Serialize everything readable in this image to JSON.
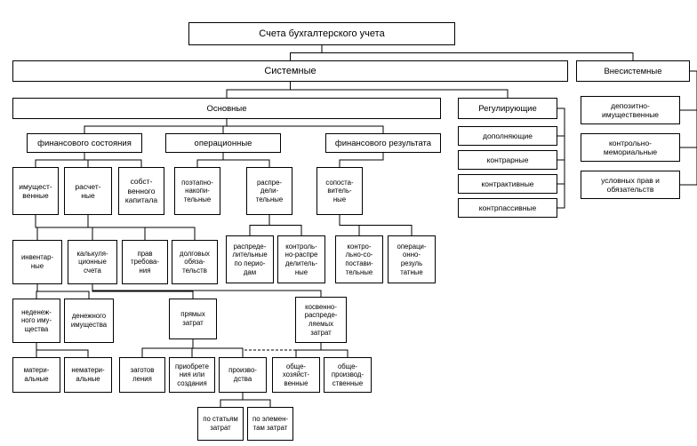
{
  "nodes": {
    "root": "Счета бухгалтерского учета",
    "systemic": "Системные",
    "offsystem": "Внесистемные",
    "main": "Основные",
    "regulating": "Регулирующие",
    "financial_state": "финансового состояния",
    "operational": "операционные",
    "financial_result": "финансового результата",
    "supplementary": "дополняющие",
    "contra": "контрарные",
    "contractive": "контрактивные",
    "contra_passive": "контрпассивные",
    "deposit_property": "депозитно-\nимущественные",
    "control_memorial": "контрольно-\nмемориальные",
    "conditional_rights": "условных прав и\nобязательств",
    "property": "имущест-\nвенные",
    "settlement": "расчет-\nные",
    "equity": "собст-\nвенного\nкапитала",
    "stage_accumulating": "поэтапно-\nнакопи-\nтельные",
    "distributive": "распре-\nдели-\nтельные",
    "comparative": "сопоста-\nвитель-\nные",
    "inventory": "инвентар-\nные",
    "calculation": "калькуля-\nционные\nсчета",
    "claim_rights": "прав\nтребова-\nния",
    "debt_obligations": "долговых\nобяза-\nтельств",
    "distr_by_periods": "распреде-\nлительные\nпо перио-\nдам",
    "control_distr": "контроль-\nно-распре\nделитель-\nные",
    "control_comparative": "контро-\nльно-со-\nпостави-\nтельные",
    "operating_result": "операци-\nонно-\nрезуль\nтатные",
    "non_monetary": "неденеж-\nного иму-\nщества",
    "monetary": "денежного\nимущества",
    "direct_costs": "прямых\nзатрат",
    "indirect_costs": "косвенно-\nраспреде-\nляемых\nзатрат",
    "tangible": "матери-\nальные",
    "intangible": "нематери-\nальные",
    "procurement": "заготов\nления",
    "acquisition": "приобрете\nния или\nсоздания",
    "production": "произво-\nдства",
    "general_business": "обще-\nхозяйст-\nвенные",
    "general_production": "обще-\nпроизвод-\nственные",
    "by_cost_items": "по статьям\nзатрат",
    "by_cost_elements": "по элемен-\nтам затрат"
  },
  "edges": [
    [
      "root",
      "systemic"
    ],
    [
      "root",
      "offsystem"
    ],
    [
      "systemic",
      "main"
    ],
    [
      "systemic",
      "regulating"
    ],
    [
      "main",
      "financial_state"
    ],
    [
      "main",
      "operational"
    ],
    [
      "main",
      "financial_result"
    ],
    [
      "regulating",
      "supplementary"
    ],
    [
      "regulating",
      "contra"
    ],
    [
      "regulating",
      "contractive"
    ],
    [
      "regulating",
      "contra_passive"
    ],
    [
      "offsystem",
      "deposit_property"
    ],
    [
      "offsystem",
      "control_memorial"
    ],
    [
      "offsystem",
      "conditional_rights"
    ],
    [
      "financial_state",
      "property"
    ],
    [
      "financial_state",
      "settlement"
    ],
    [
      "financial_state",
      "equity"
    ],
    [
      "operational",
      "stage_accumulating"
    ],
    [
      "operational",
      "distributive"
    ],
    [
      "financial_result",
      "comparative"
    ],
    [
      "property",
      "inventory"
    ],
    [
      "property",
      "calculation"
    ],
    [
      "settlement",
      "claim_rights"
    ],
    [
      "settlement",
      "debt_obligations"
    ],
    [
      "distributive",
      "distr_by_periods"
    ],
    [
      "distributive",
      "control_distr"
    ],
    [
      "comparative",
      "control_comparative"
    ],
    [
      "comparative",
      "operating_result"
    ],
    [
      "inventory",
      "non_monetary"
    ],
    [
      "inventory",
      "monetary"
    ],
    [
      "calculation",
      "direct_costs"
    ],
    [
      "calculation",
      "indirect_costs"
    ],
    [
      "non_monetary",
      "tangible"
    ],
    [
      "non_monetary",
      "intangible"
    ],
    [
      "direct_costs",
      "procurement"
    ],
    [
      "direct_costs",
      "acquisition"
    ],
    [
      "direct_costs",
      "production"
    ],
    [
      "indirect_costs",
      "general_business"
    ],
    [
      "indirect_costs",
      "general_production"
    ],
    [
      "production",
      "by_cost_items"
    ],
    [
      "production",
      "by_cost_elements"
    ]
  ],
  "dashed_edges": [
    [
      "production",
      "general_business"
    ]
  ]
}
